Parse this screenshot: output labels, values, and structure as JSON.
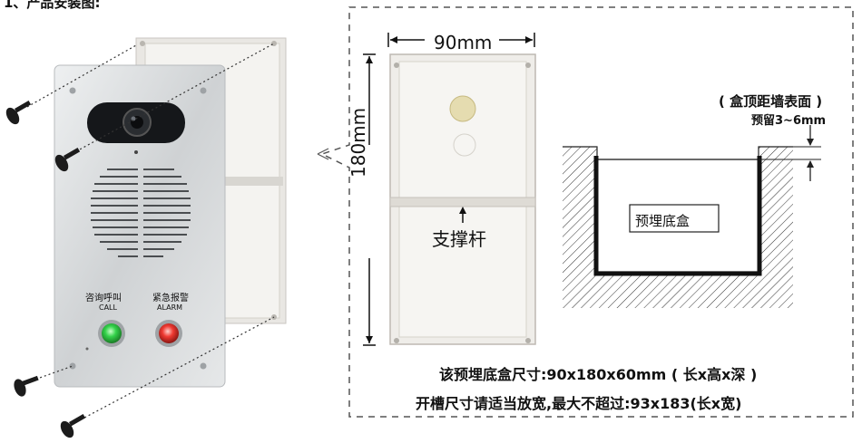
{
  "heading": "1、产品安装图:",
  "dimensions": {
    "width": "90mm",
    "height": "180mm"
  },
  "labels": {
    "strut": "支撑杆",
    "box_top_surface": "( 盒顶距墙表面 )",
    "reserve": "预留3~6mm",
    "embedded_box": "预埋底盒"
  },
  "specs": {
    "line1": "该预埋底盒尺寸:90x180x60mm ( 长x高x深 )",
    "line2": "开槽尺寸请适当放宽,最大不超过:93x183(长x宽)"
  },
  "panel": {
    "call_cn": "咨询呼叫",
    "call_en": "CALL",
    "alarm_cn": "紧急报警",
    "alarm_en": "ALARM"
  },
  "colors": {
    "call_button": "#2ecc40",
    "alarm_button": "#e5322d",
    "panel_metal": "#d6d8da",
    "box_plastic": "#eceae6",
    "dash_line": "#555555"
  }
}
